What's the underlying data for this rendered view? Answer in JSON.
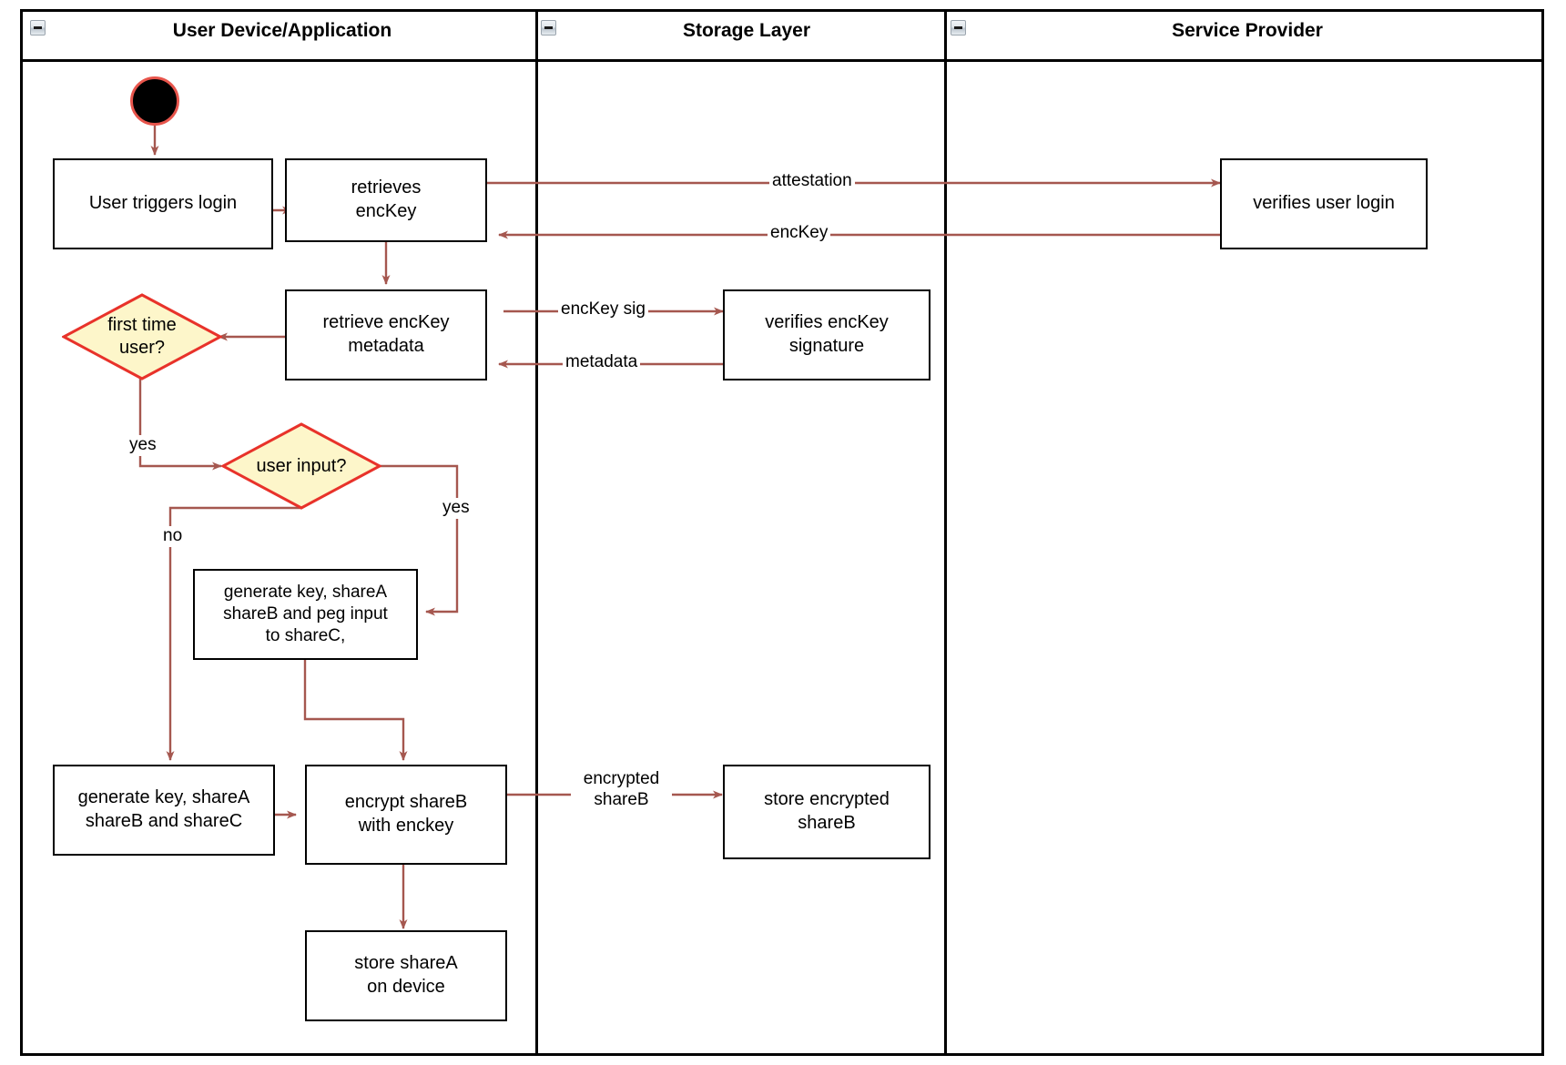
{
  "diagram": {
    "type": "uml-activity-swimlane",
    "edge_color": "#a5574f",
    "decision_fill": "#fdf6ca",
    "decision_stroke": "#e8322a",
    "node_stroke": "#000000",
    "start_ring_color": "#e8554c"
  },
  "lanes": [
    {
      "id": "user-device",
      "title": "User Device/Application",
      "collapse_icon": "collapse-minus-icon"
    },
    {
      "id": "storage-layer",
      "title": "Storage Layer",
      "collapse_icon": "collapse-minus-icon"
    },
    {
      "id": "service-provider",
      "title": "Service Provider",
      "collapse_icon": "collapse-minus-icon"
    }
  ],
  "nodes": {
    "start": {
      "name": "start-node",
      "label": ""
    },
    "user_triggers_login": {
      "label": "User triggers login"
    },
    "retrieves_enckey": {
      "label": "retrieves\nencKey"
    },
    "verifies_user_login": {
      "label": "verifies user login"
    },
    "retrieve_enckey_metadata": {
      "label": "retrieve encKey\nmetadata"
    },
    "verifies_enckey_signature": {
      "label": "verifies encKey signature"
    },
    "first_time_user": {
      "label": "first time\nuser?"
    },
    "user_input": {
      "label": "user input?"
    },
    "generate_peg": {
      "label": "generate key, shareA\nshareB and peg input\nto shareC,"
    },
    "generate_shares": {
      "label": "generate key, shareA\nshareB and shareC"
    },
    "encrypt_shareb": {
      "label": "encrypt shareB\nwith enckey"
    },
    "store_encrypted_shareb": {
      "label": "store encrypted\nshareB"
    },
    "store_sharea": {
      "label": "store shareA\non device"
    }
  },
  "edge_labels": {
    "attestation": "attestation",
    "enckey": "encKey",
    "enckey_sig": "encKey sig",
    "metadata": "metadata",
    "first_time_yes": "yes",
    "user_input_yes": "yes",
    "user_input_no": "no",
    "encrypted_shareb": "encrypted\nshareB"
  }
}
